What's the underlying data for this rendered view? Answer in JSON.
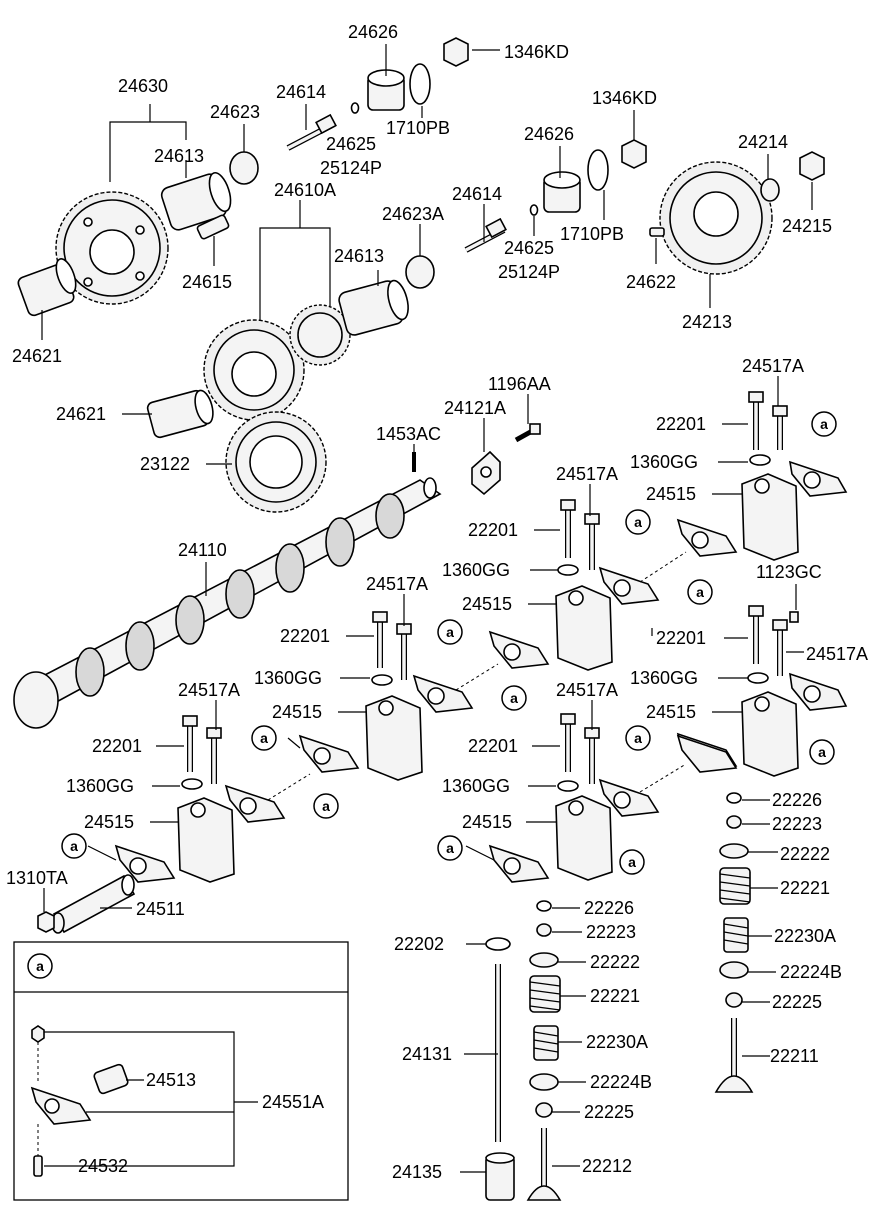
{
  "colors": {
    "line": "#000000",
    "background": "#ffffff"
  },
  "circle_marker": "a",
  "inset": {
    "marker": "a"
  },
  "labels": {
    "p24626_a": "24626",
    "p1346KD_a": "1346KD",
    "p24630": "24630",
    "p24614_a": "24614",
    "p24623": "24623",
    "p24625_a": "24625",
    "p1710PB_a": "1710PB",
    "p25124P_a": "25124P",
    "p24613_a": "24613",
    "p1346KD_b": "1346KD",
    "p24626_b": "24626",
    "p24214": "24214",
    "p24610A": "24610A",
    "p24614_b": "24614",
    "p24623A": "24623A",
    "p24615": "24615",
    "p24625_b": "24625",
    "p1710PB_b": "1710PB",
    "p24215": "24215",
    "p24613_b": "24613",
    "p25124P_b": "25124P",
    "p24622": "24622",
    "p24621_a": "24621",
    "p24213": "24213",
    "p24517A_a": "24517A",
    "p1196AA": "1196AA",
    "p24621_b": "24621",
    "p24121A": "24121A",
    "p22201_a": "22201",
    "p1453AC": "1453AC",
    "p23122": "23122",
    "p1360GG_a": "1360GG",
    "p24517A_b": "24517A",
    "p24515_a": "24515",
    "p22201_b": "22201",
    "p24110": "24110",
    "p1360GG_b": "1360GG",
    "p1123GC": "1123GC",
    "p24517A_c": "24517A",
    "p24515_b": "24515",
    "p22201_c": "22201",
    "p22201_d": "22201",
    "p24517A_d": "24517A",
    "p1360GG_c": "1360GG",
    "p1360GG_d": "1360GG",
    "p24517A_e": "24517A",
    "p24517A_f": "24517A",
    "p24515_c": "24515",
    "p24515_d": "24515",
    "p22201_e": "22201",
    "p22201_f": "22201",
    "p1360GG_e": "1360GG",
    "p1360GG_f": "1360GG",
    "p22226_a": "22226",
    "p24515_e": "24515",
    "p24515_f": "24515",
    "p22223_a": "22223",
    "p22222_a": "22222",
    "p1310TA": "1310TA",
    "p22221_a": "22221",
    "p24511": "24511",
    "p22226_b": "22226",
    "p22223_b": "22223",
    "p22230A_a": "22230A",
    "p22202": "22202",
    "p22222_b": "22222",
    "p22224B_a": "22224B",
    "p22221_b": "22221",
    "p22225_a": "22225",
    "p22230A_b": "22230A",
    "p24131": "24131",
    "p22211": "22211",
    "p24513": "24513",
    "p22224B_b": "22224B",
    "p24551A": "24551A",
    "p22225_b": "22225",
    "p24532": "24532",
    "p24135": "24135",
    "p22212": "22212"
  }
}
